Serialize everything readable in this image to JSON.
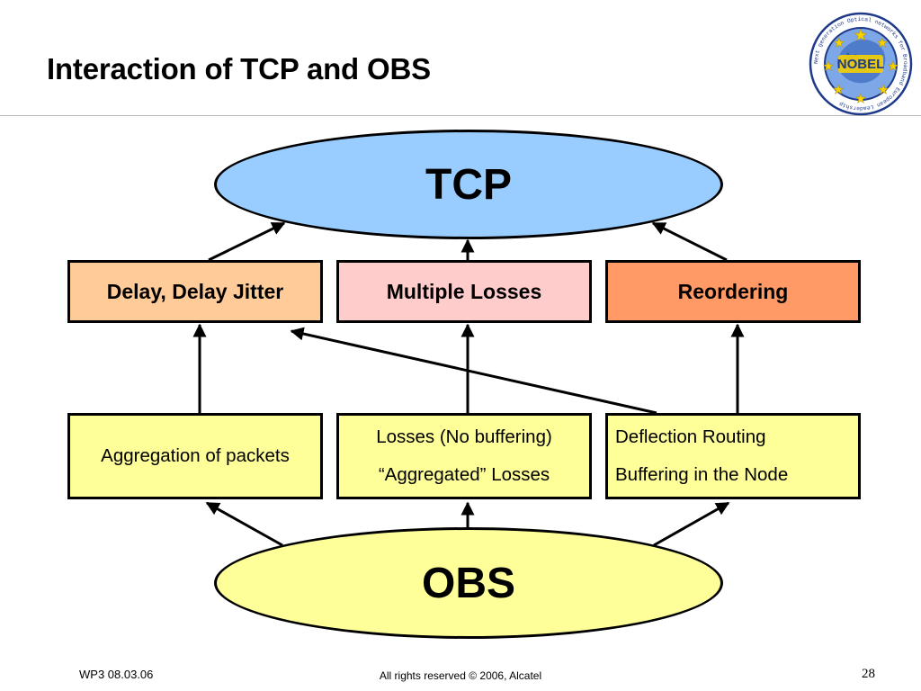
{
  "slide": {
    "title": "Interaction of TCP and OBS"
  },
  "logo": {
    "icon": "nobel-logo-icon",
    "name": "NOBEL",
    "ring_text": "Next generation Optical networks for Broadband European Leadership"
  },
  "diagram": {
    "top_node": "TCP",
    "bottom_node": "OBS",
    "effects": [
      "Delay, Delay Jitter",
      "Multiple Losses",
      "Reordering"
    ],
    "causes": {
      "aggregation": "Aggregation of packets",
      "losses_line1": "Losses (No buffering)",
      "losses_line2": "“Aggregated” Losses",
      "deflection_line1": "Deflection Routing",
      "deflection_line2": "Buffering in the Node"
    }
  },
  "colors": {
    "tcp_fill": "#99ccff",
    "obs_fill": "#ffff99",
    "delay_fill": "#ffcc99",
    "losses_fill": "#ffcccc",
    "reordering_fill": "#ff9966",
    "cause_fill": "#ffff99"
  },
  "footer": {
    "left": "WP3 08.03.06",
    "center": "All rights reserved © 2006, Alcatel",
    "page_number": "28"
  }
}
